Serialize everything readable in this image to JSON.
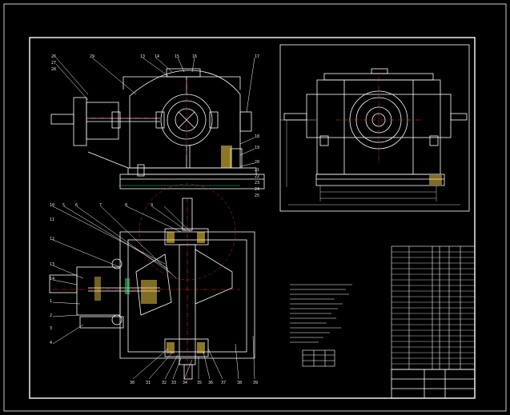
{
  "drawing": {
    "background": "#000000",
    "line_color": "#ffffff",
    "accent_red": "#ff3030",
    "accent_yellow": "#ffd84a",
    "accent_green": "#40d070",
    "views": [
      {
        "name": "front-view"
      },
      {
        "name": "side-view"
      },
      {
        "name": "top-section-view"
      }
    ],
    "front_labels": [
      "26",
      "27",
      "28",
      "29",
      "13",
      "14",
      "15",
      "16",
      "17",
      "18",
      "19",
      "20",
      "21",
      "22",
      "23",
      "24",
      "25"
    ],
    "left_labels": [
      "10",
      "11",
      "12",
      "13",
      "14",
      "1",
      "2",
      "3",
      "4",
      "5",
      "6",
      "7",
      "8",
      "9"
    ],
    "bottom_labels": [
      "30",
      "31",
      "32",
      "33",
      "34",
      "35",
      "36",
      "37",
      "38",
      "39"
    ]
  }
}
